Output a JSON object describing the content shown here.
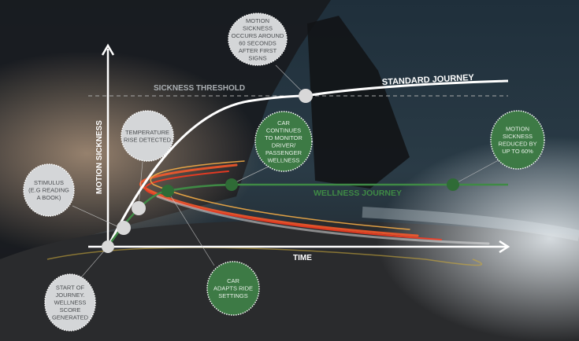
{
  "axes": {
    "y_label": "MOTION SICKNESS",
    "x_label": "TIME"
  },
  "threshold_label": "SICKNESS THRESHOLD",
  "series": {
    "standard": {
      "label": "STANDARD JOURNEY",
      "color": "#ffffff"
    },
    "wellness": {
      "label": "WELLNESS JOURNEY",
      "color": "#3f8a45"
    }
  },
  "callouts": [
    {
      "lines": [
        "MOTION",
        "SICKNESS",
        "OCCURS AROUND",
        "60 SECONDS",
        "AFTER FIRST",
        "SIGNS"
      ],
      "kind": "standard"
    },
    {
      "lines": [
        "TEMPERATURE",
        "RISE DETECTED"
      ],
      "kind": "standard"
    },
    {
      "lines": [
        "STIMULUS",
        "(E.G READING",
        "A BOOK)"
      ],
      "kind": "standard"
    },
    {
      "lines": [
        "START OF",
        "JOURNEY.",
        "WELLNESS",
        "SCORE",
        "GENERATED"
      ],
      "kind": "standard"
    },
    {
      "lines": [
        "CAR",
        "CONTINUES",
        "TO MONITOR",
        "DRIVER/",
        "PASSENGER",
        "WELLNESS"
      ],
      "kind": "wellness"
    },
    {
      "lines": [
        "CAR",
        "ADAPTS RIDE",
        "SETTINGS"
      ],
      "kind": "wellness"
    },
    {
      "lines": [
        "MOTION",
        "SICKNESS",
        "REDUCED BY",
        "UP TO 60%"
      ],
      "kind": "wellness"
    }
  ],
  "reduction_percent": 60
}
